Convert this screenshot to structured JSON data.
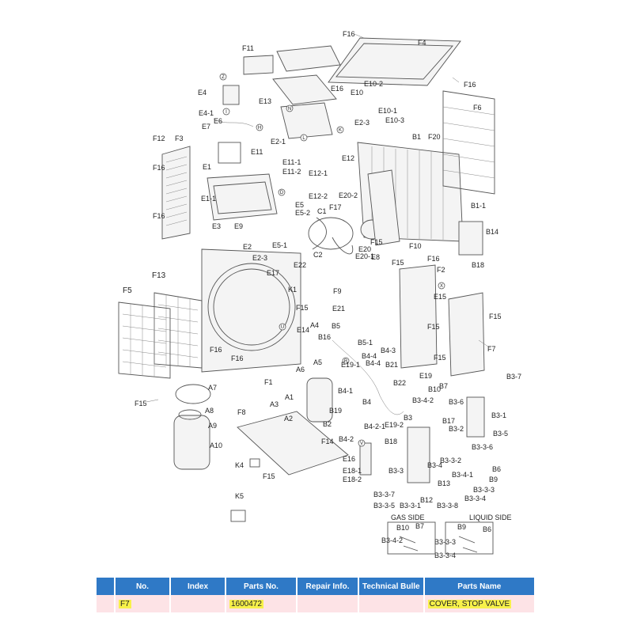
{
  "diagram": {
    "labels": {
      "F16a": "F16",
      "F4": "F4",
      "F16b": "F16",
      "F11": "F11",
      "E16a": "E16",
      "E10_2": "E10-2",
      "E10": "E10",
      "E10_1": "E10-1",
      "E10_3": "E10-3",
      "E4": "E4",
      "E13": "E13",
      "E4_1": "E4-1",
      "E6": "E6",
      "E7": "E7",
      "E2_3a": "E2-3",
      "E2_1": "E2-1",
      "F6": "F6",
      "F12": "F12",
      "F3": "F3",
      "B1": "B1",
      "F20": "F20",
      "F16c": "F16",
      "E11": "E11",
      "E11_1": "E11-1",
      "E11_2": "E11-2",
      "E12": "E12",
      "E12_1": "E12-1",
      "E1": "E1",
      "E1_1": "E1-1",
      "E12_2": "E12-2",
      "E20_2": "E20-2",
      "F17": "F17",
      "E5": "E5",
      "E5_2": "E5-2",
      "C1": "C1",
      "B1_1": "B1-1",
      "F16d": "F16",
      "B14": "B14",
      "E3": "E3",
      "E9": "E9",
      "E2": "E2",
      "E2_3b": "E2-3",
      "E5_1": "E5-1",
      "C2": "C2",
      "F15a": "F15",
      "E20": "E20",
      "E20_1": "E20-1",
      "F10": "F10",
      "E22": "E22",
      "E17": "E17",
      "B18a": "B18",
      "E8": "E8",
      "F15b": "F15",
      "F16e": "F16",
      "F2": "F2",
      "F13": "F13",
      "F5": "F5",
      "K1": "K1",
      "F15c": "F15",
      "F9": "F9",
      "E15": "E15",
      "E21": "E21",
      "B5": "B5",
      "A4": "A4",
      "E14": "E14",
      "B16": "B16",
      "F15d": "F15",
      "F15e": "F15",
      "F7": "F7",
      "F16f": "F16",
      "B5_1": "B5-1",
      "B4_3": "B4-3",
      "A5": "A5",
      "B4_4a": "B4-4",
      "B4_4b": "B4-4",
      "F15f": "F15",
      "F16g": "F16",
      "A6": "A6",
      "E19_1": "E19-1",
      "B21": "B21",
      "E19": "E19",
      "F1": "F1",
      "B3_7": "B3-7",
      "A7": "A7",
      "A1": "A1",
      "B4_1": "B4-1",
      "B22": "B22",
      "B10a": "B10",
      "B7a": "B7",
      "A3": "A3",
      "B3_4_2a": "B3-4-2",
      "B3_6": "B3-6",
      "F15g": "F15",
      "A8": "A8",
      "B19": "B19",
      "B4": "B4",
      "B3": "B3",
      "B3_1": "B3-1",
      "F8": "F8",
      "A2": "A2",
      "E19_2": "E19-2",
      "B17": "B17",
      "A9": "A9",
      "B2": "B2",
      "B3_2": "B3-2",
      "B3_5": "B3-5",
      "B4_2_1": "B4-2-1",
      "A10": "A10",
      "B4_2": "B4-2",
      "B18b": "B18",
      "F14": "F14",
      "B3_3_6": "B3-3-6",
      "B3_3_2": "B3-3-2",
      "E16b": "E16",
      "B3_4": "B3-4",
      "B6a": "B6",
      "K4": "K4",
      "E18_1": "E18-1",
      "B3_4_1": "B3-4-1",
      "F15h": "F15",
      "E18_2": "E18-2",
      "B3_3": "B3-3",
      "B13": "B13",
      "B9a": "B9",
      "B3_3_3a": "B3-3-3",
      "B3_3_4a": "B3-3-4",
      "B3_3_7": "B3-3-7",
      "K5": "K5",
      "B3_3_5": "B3-3-5",
      "B3_3_1": "B3-3-1",
      "B12": "B12",
      "B3_3_8": "B3-3-8",
      "gas_side": "GAS SIDE",
      "liquid_side": "LIQUID SIDE",
      "B10b": "B10",
      "B7b": "B7",
      "B9b": "B9",
      "B6b": "B6",
      "B3_4_2b": "B3-4-2",
      "B3_3_3b": "B3-3-3",
      "B3_3_4b": "B3-3-4"
    }
  },
  "table": {
    "headers": [
      "No.",
      "Index",
      "Parts No.",
      "Repair Info.",
      "Technical Bulle",
      "Parts Name"
    ],
    "row": {
      "no": "F7",
      "index": "",
      "parts_no": "1600472",
      "repair": "",
      "bulletin": "",
      "name": "COVER, STOP VALVE"
    }
  },
  "colors": {
    "header_bg": "#2f79c6",
    "row_bg": "#fde3e6",
    "highlight": "#f7f14a"
  }
}
